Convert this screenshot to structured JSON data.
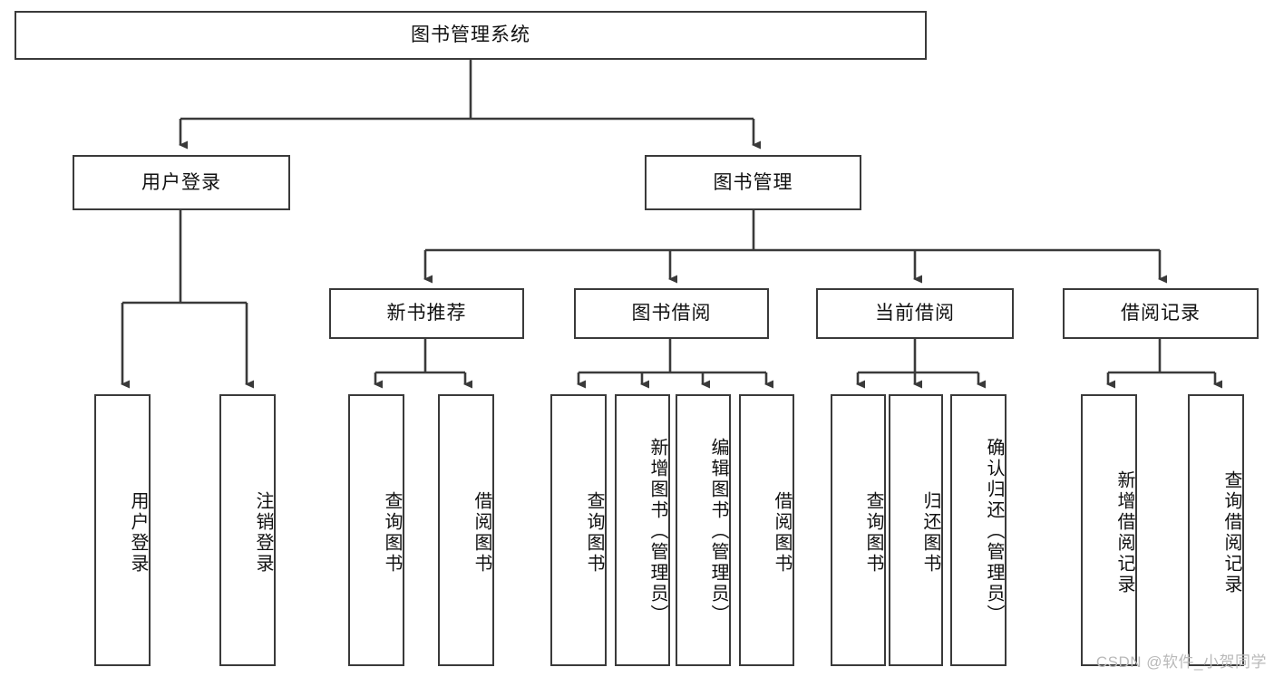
{
  "diagram": {
    "type": "tree-hierarchy-chart",
    "title": "图书管理系统",
    "watermark": "CSDN @软件_小贺同学",
    "colors": {
      "stroke": "#3a3a3a",
      "fill": "#ffffff",
      "text": "#111111",
      "watermark": "#b9b9b9"
    },
    "levels": {
      "root": {
        "label": "图书管理系统"
      },
      "level2": [
        {
          "label": "用户登录"
        },
        {
          "label": "图书管理"
        }
      ],
      "level3": [
        {
          "label": "新书推荐"
        },
        {
          "label": "图书借阅"
        },
        {
          "label": "当前借阅"
        },
        {
          "label": "借阅记录"
        }
      ],
      "leaves_user_login": [
        {
          "label": "用户登录"
        },
        {
          "label": "注销登录"
        }
      ],
      "leaves_new_book": [
        {
          "label": "查询图书"
        },
        {
          "label": "借阅图书"
        }
      ],
      "leaves_borrow": [
        {
          "label": "查询图书"
        },
        {
          "label": "新增图书（管理员）"
        },
        {
          "label": "编辑图书（管理员）"
        },
        {
          "label": "借阅图书"
        }
      ],
      "leaves_current": [
        {
          "label": "查询图书"
        },
        {
          "label": "归还图书"
        },
        {
          "label": "确认归还（管理员）"
        }
      ],
      "leaves_record": [
        {
          "label": "新增借阅记录"
        },
        {
          "label": "查询借阅记录"
        }
      ]
    }
  }
}
